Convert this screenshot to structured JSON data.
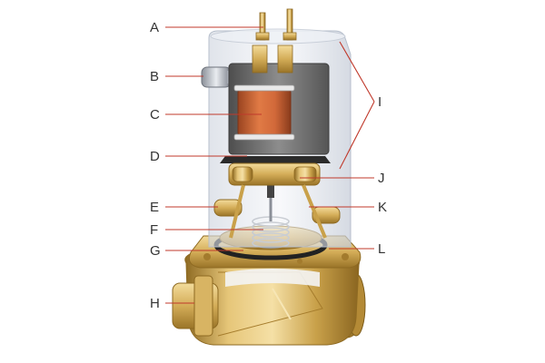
{
  "colors": {
    "leader": "#c0392b",
    "brass_light": "#ecd089",
    "brass_mid": "#c9a14a",
    "brass_dark": "#8e6a22",
    "coil": "#d2693a",
    "coil_dark": "#9a4420",
    "housing": "#dfe3ea",
    "frame": "#6b6b6b",
    "label_text": "#333333"
  },
  "callouts": [
    {
      "id": "A",
      "label": "A"
    },
    {
      "id": "B",
      "label": "B"
    },
    {
      "id": "C",
      "label": "C"
    },
    {
      "id": "D",
      "label": "D"
    },
    {
      "id": "E",
      "label": "E"
    },
    {
      "id": "F",
      "label": "F"
    },
    {
      "id": "G",
      "label": "G"
    },
    {
      "id": "H",
      "label": "H"
    },
    {
      "id": "I",
      "label": "I"
    },
    {
      "id": "J",
      "label": "J"
    },
    {
      "id": "K",
      "label": "K"
    },
    {
      "id": "L",
      "label": "L"
    }
  ]
}
